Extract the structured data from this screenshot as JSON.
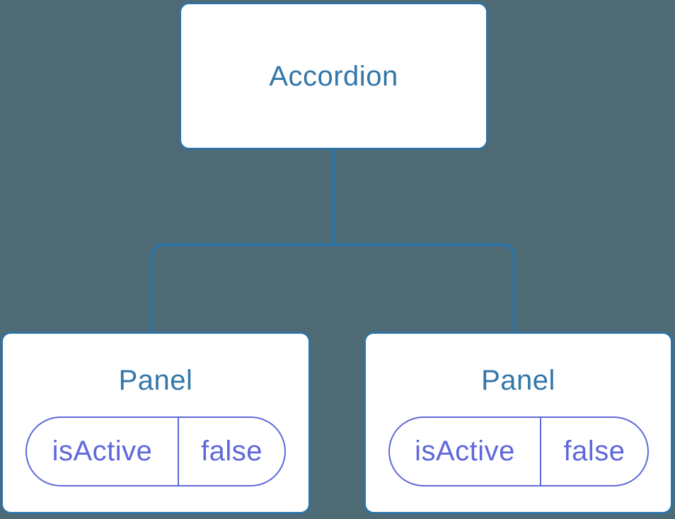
{
  "diagram": {
    "root": {
      "label": "Accordion"
    },
    "children": [
      {
        "label": "Panel",
        "state": {
          "name": "isActive",
          "value": "false"
        }
      },
      {
        "label": "Panel",
        "state": {
          "name": "isActive",
          "value": "false"
        }
      }
    ],
    "colors": {
      "canvas_background": "#4E6A74",
      "node_background": "#FFFFFF",
      "node_border": "#2F73A4",
      "node_label": "#3377A8",
      "connector": "#2F73A4",
      "state_accent": "#5F68DA"
    }
  }
}
